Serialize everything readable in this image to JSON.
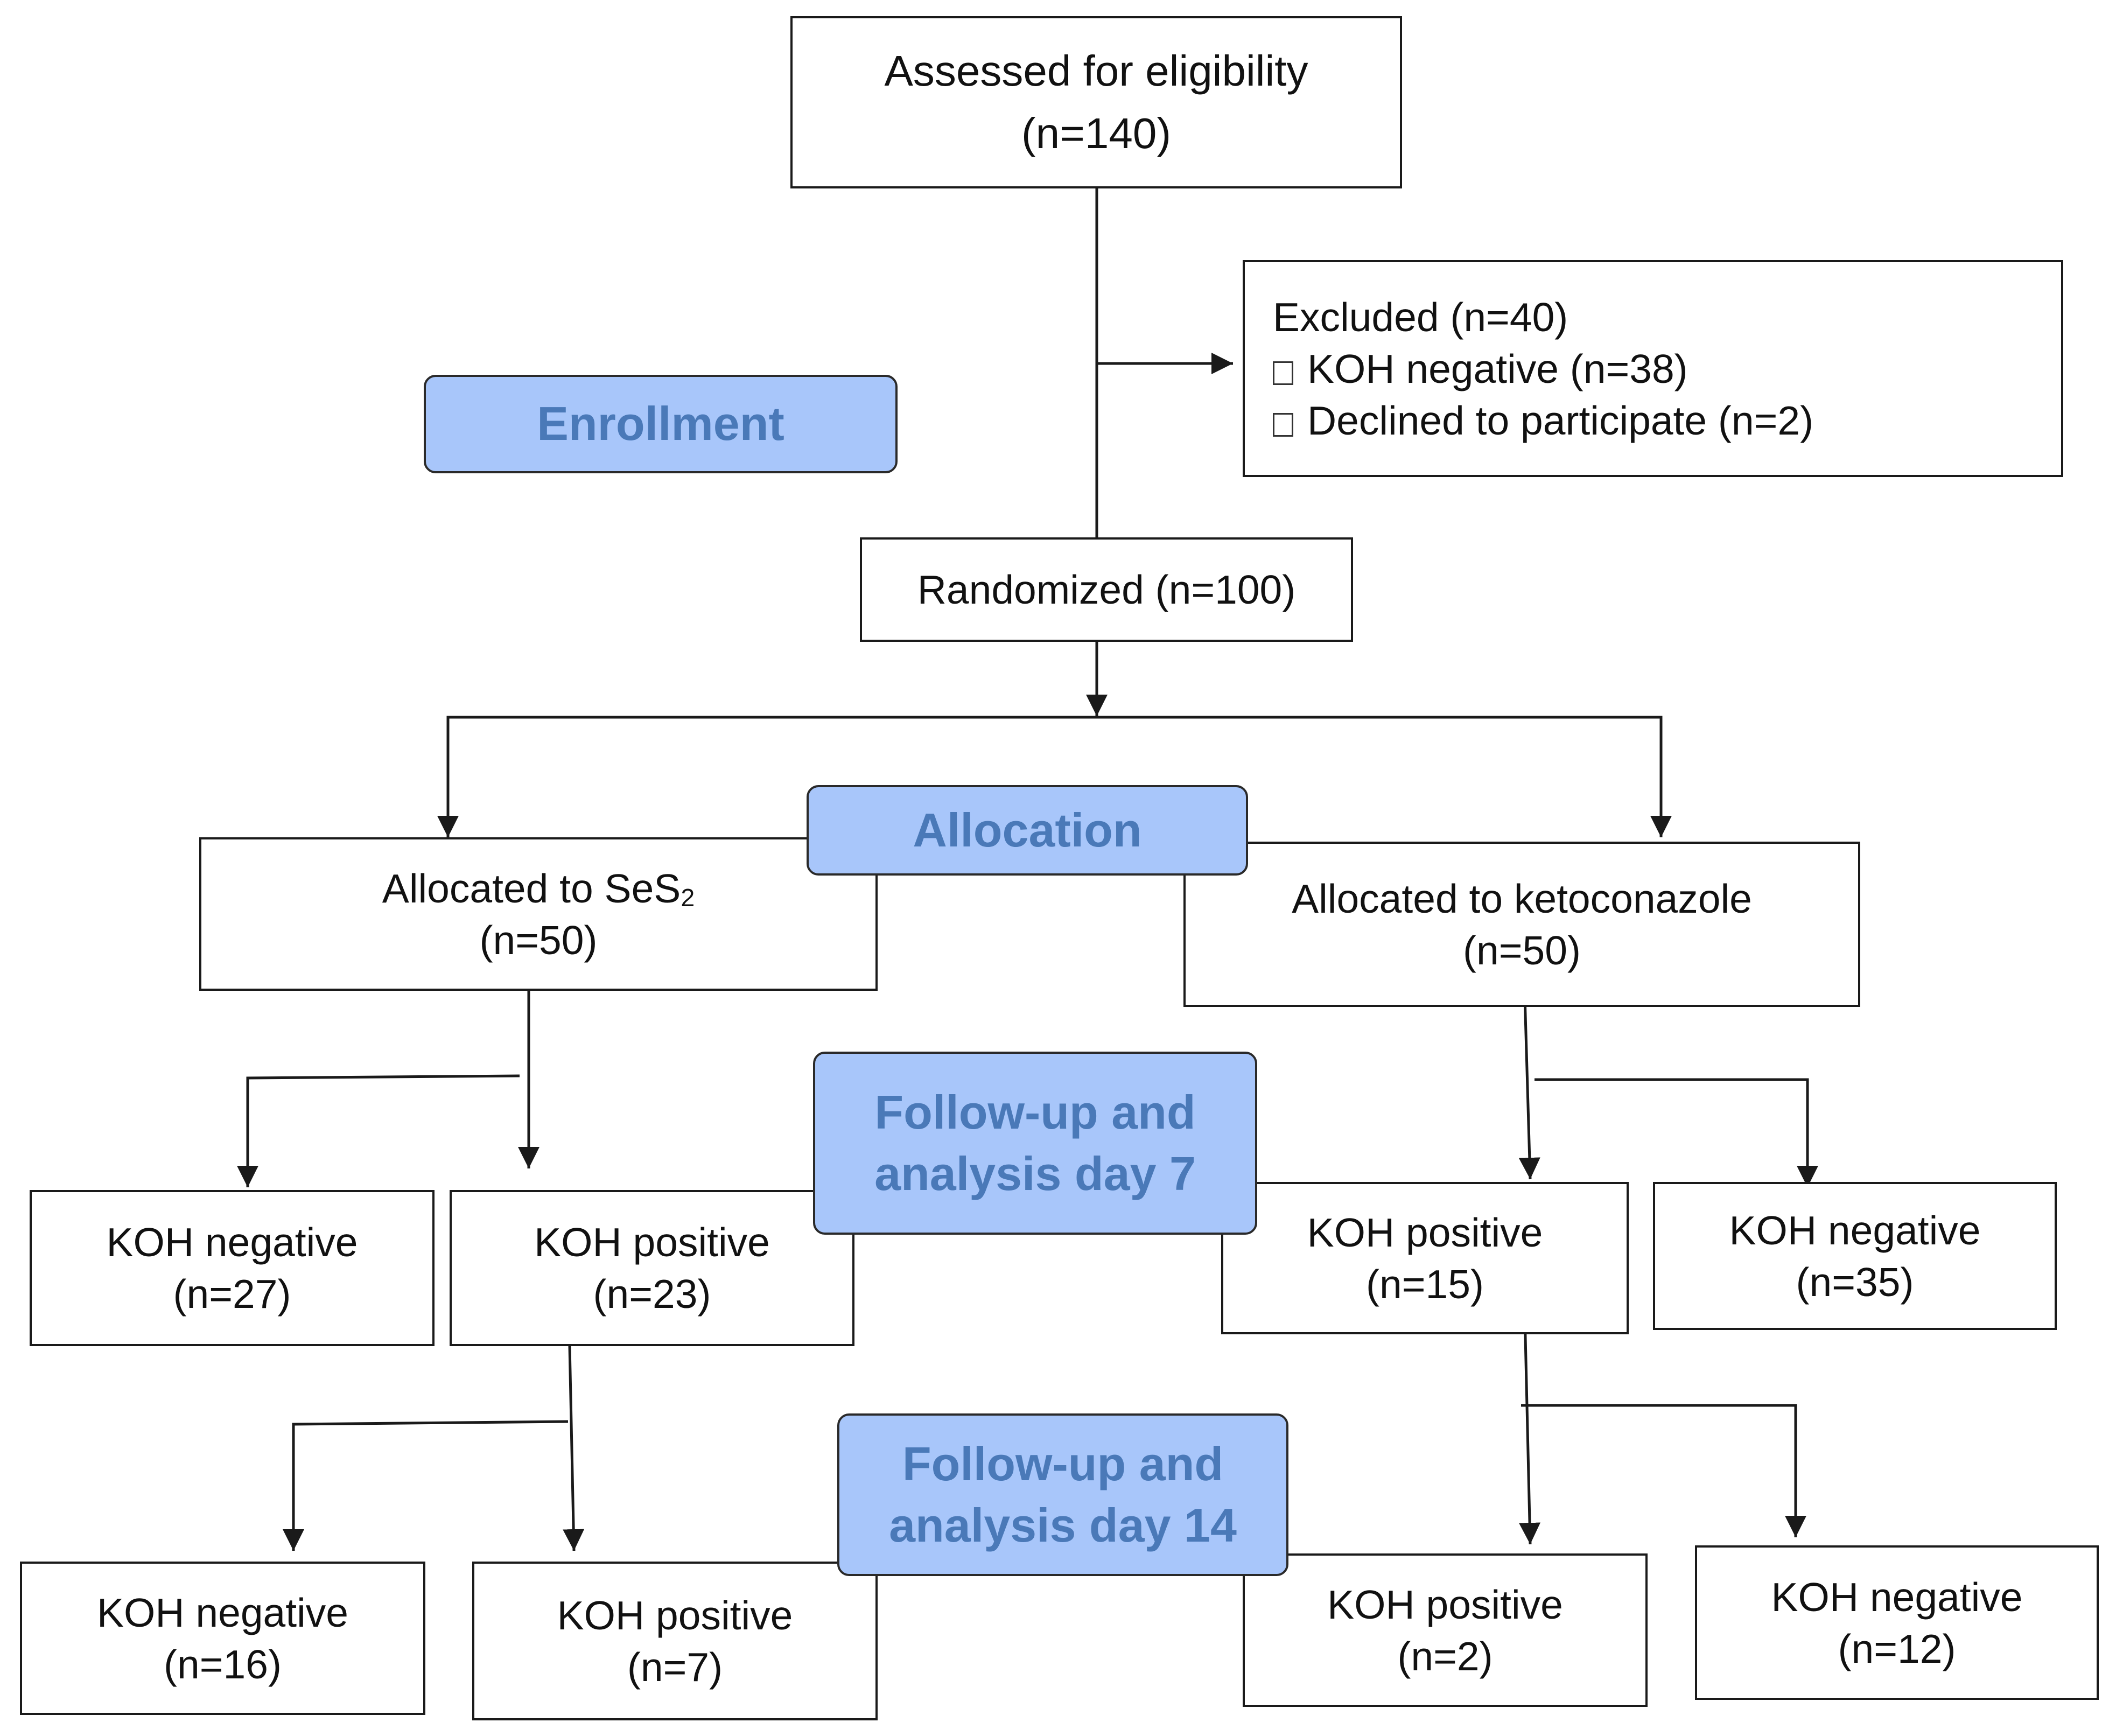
{
  "colors": {
    "stage_fill": "#a8c6fa",
    "stage_text": "#4a79b8",
    "line": "#1a1a1a"
  },
  "assessed": {
    "line1": "Assessed for eligibility",
    "line2": "(n=140)"
  },
  "excluded": {
    "title": "Excluded (n=40)",
    "items": [
      "KOH negative (n=38)",
      "Declined to participate (n=2)"
    ],
    "bullet_icon": "square-bullet-icon"
  },
  "stages": {
    "enrollment": "Enrollment",
    "allocation": "Allocation",
    "followup7": {
      "line1": "Follow-up and",
      "line2": "analysis day 7"
    },
    "followup14": {
      "line1": "Follow-up and",
      "line2": "analysis day 14"
    }
  },
  "randomized": "Randomized (n=100)",
  "arms": {
    "ses2": {
      "line1_prefix": "Allocated to SeS",
      "line1_sub": "2",
      "line2": "(n=50)"
    },
    "keto": {
      "line1": "Allocated to ketoconazole",
      "line2": "(n=50)"
    }
  },
  "day7": {
    "ses2_negative": {
      "label": "KOH negative",
      "n": "(n=27)"
    },
    "ses2_positive": {
      "label": "KOH positive",
      "n": "(n=23)"
    },
    "keto_positive": {
      "label": "KOH positive",
      "n": "(n=15)"
    },
    "keto_negative": {
      "label": "KOH negative",
      "n": "(n=35)"
    }
  },
  "day14": {
    "ses2_negative": {
      "label": "KOH negative",
      "n": "(n=16)"
    },
    "ses2_positive": {
      "label": "KOH positive",
      "n": "(n=7)"
    },
    "keto_positive": {
      "label": "KOH positive",
      "n": "(n=2)"
    },
    "keto_negative": {
      "label": "KOH negative",
      "n": "(n=12)"
    }
  }
}
